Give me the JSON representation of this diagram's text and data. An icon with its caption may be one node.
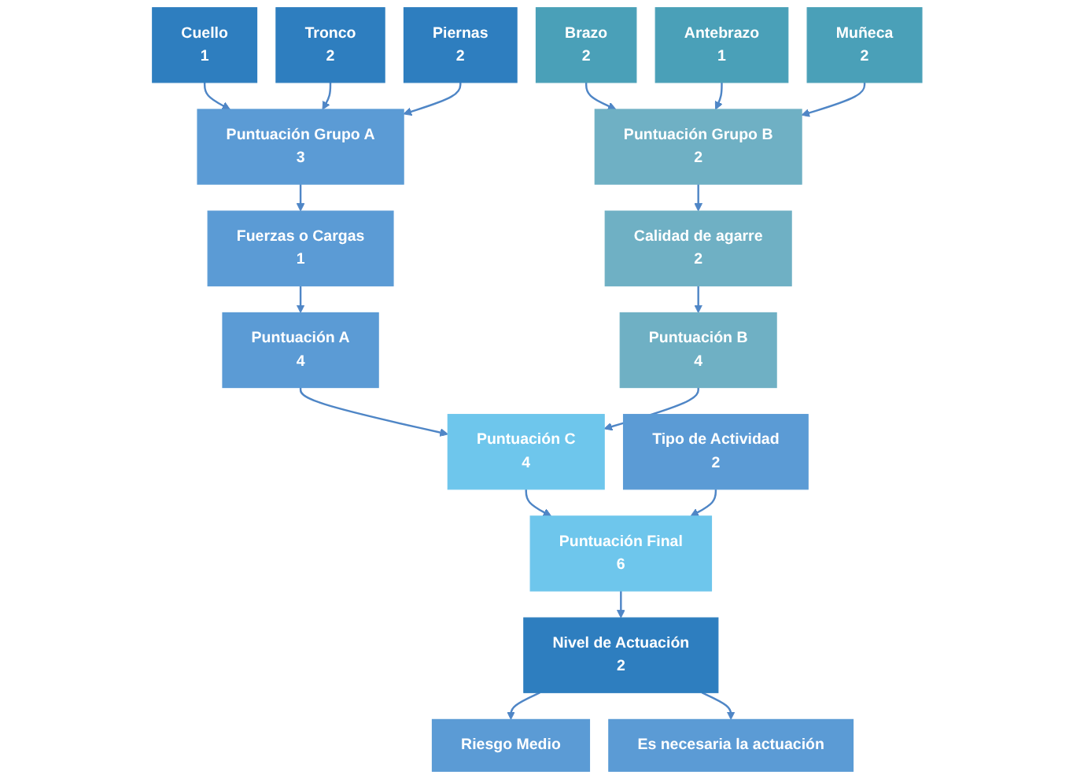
{
  "diagram": {
    "nodes": [
      {
        "text": [
          "Cuello",
          "1"
        ]
      },
      {
        "text": [
          "Tronco",
          "2"
        ]
      },
      {
        "text": [
          "Piernas",
          "2"
        ]
      },
      {
        "text": [
          "Puntuación Grupo A",
          "3"
        ]
      },
      {
        "text": [
          "Fuerzas o Cargas",
          "1"
        ]
      },
      {
        "text": [
          "Puntuación A",
          "4"
        ]
      },
      {
        "text": [
          "Puntuación B",
          "4"
        ]
      },
      {
        "text": [
          "Calidad de agarre",
          "2"
        ]
      },
      {
        "text": [
          "Puntuación Grupo B",
          "2"
        ]
      },
      {
        "text": [
          "Brazo",
          "2"
        ]
      },
      {
        "text": [
          "Antebrazo",
          "1"
        ]
      },
      {
        "text": [
          "Muñeca",
          "2"
        ]
      },
      {
        "text": [
          "Puntuación C",
          "4"
        ]
      },
      {
        "text": [
          "Tipo de Actividad",
          "2"
        ]
      },
      {
        "text": [
          "Puntuación Final",
          "6"
        ]
      },
      {
        "text": [
          "Nivel de Actuación",
          "2"
        ]
      },
      {
        "text": [
          "Riesgo Medio"
        ]
      },
      {
        "text": [
          "Es necesaria la actuación"
        ]
      }
    ],
    "edges": [
      {
        "from": 0,
        "to": 3,
        "arrow": "to"
      },
      {
        "from": 1,
        "to": 3,
        "arrow": "to"
      },
      {
        "from": 2,
        "to": 3,
        "arrow": "to"
      },
      {
        "from": 3,
        "to": 4,
        "arrow": "to"
      },
      {
        "from": 4,
        "to": 5,
        "arrow": "to"
      },
      {
        "from": 9,
        "to": 8,
        "arrow": "to"
      },
      {
        "from": 10,
        "to": 8,
        "arrow": "to"
      },
      {
        "from": 11,
        "to": 8,
        "arrow": "to"
      },
      {
        "from": 8,
        "to": 7,
        "arrow": "to"
      },
      {
        "from": 7,
        "to": 6,
        "arrow": "to"
      },
      {
        "from": 5,
        "to": 12,
        "arrow": "to"
      },
      {
        "from": 6,
        "to": 12,
        "arrow": "to"
      },
      {
        "from": 12,
        "to": 14,
        "arrow": "to"
      },
      {
        "from": 13,
        "to": 14,
        "arrow": "to"
      },
      {
        "from": 14,
        "to": 15,
        "arrow": "to"
      },
      {
        "from": 15,
        "to": 16,
        "arrow": "to"
      },
      {
        "from": 15,
        "to": 17,
        "arrow": "to"
      }
    ]
  }
}
